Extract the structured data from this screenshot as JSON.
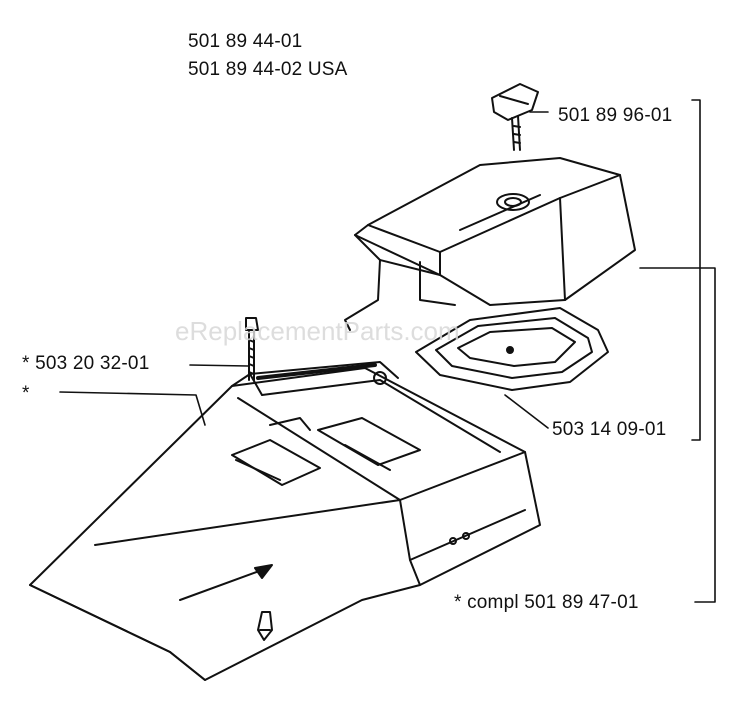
{
  "header": {
    "line1": "501 89 44-01",
    "line2": "501 89 44-02  USA"
  },
  "callouts": {
    "knob": "501 89 96-01",
    "screw": "* 503 20 32-01",
    "star": "*",
    "gasket": "503 14 09-01",
    "kit": "* compl 501 89 47-01"
  },
  "watermark": "eReplacementParts.com",
  "colors": {
    "line": "#111111",
    "paper": "#ffffff"
  }
}
